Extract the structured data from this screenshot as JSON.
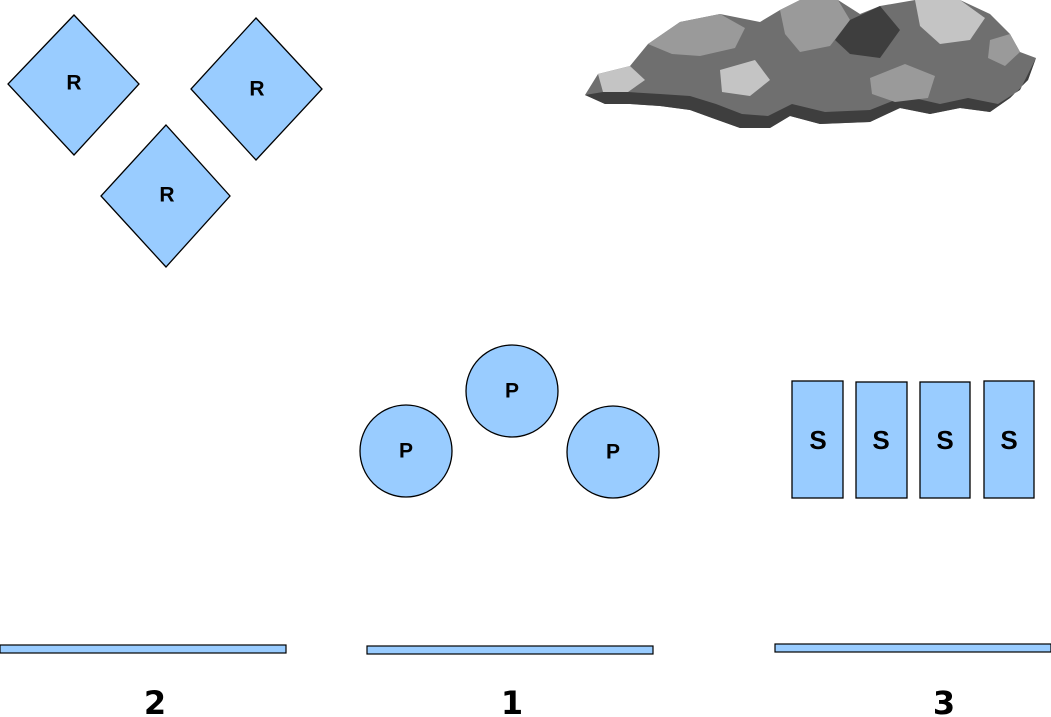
{
  "pieces": {
    "diamond_label": "R",
    "circle_label": "P",
    "rect_label": "S"
  },
  "bins": [
    {
      "label": "2"
    },
    {
      "label": "1"
    },
    {
      "label": "3"
    }
  ],
  "colors": {
    "piece_fill": "#99ccff",
    "outline": "#000000",
    "rock": "#6f6f6f"
  },
  "icons": {
    "rocks": "rock-pile-icon"
  }
}
